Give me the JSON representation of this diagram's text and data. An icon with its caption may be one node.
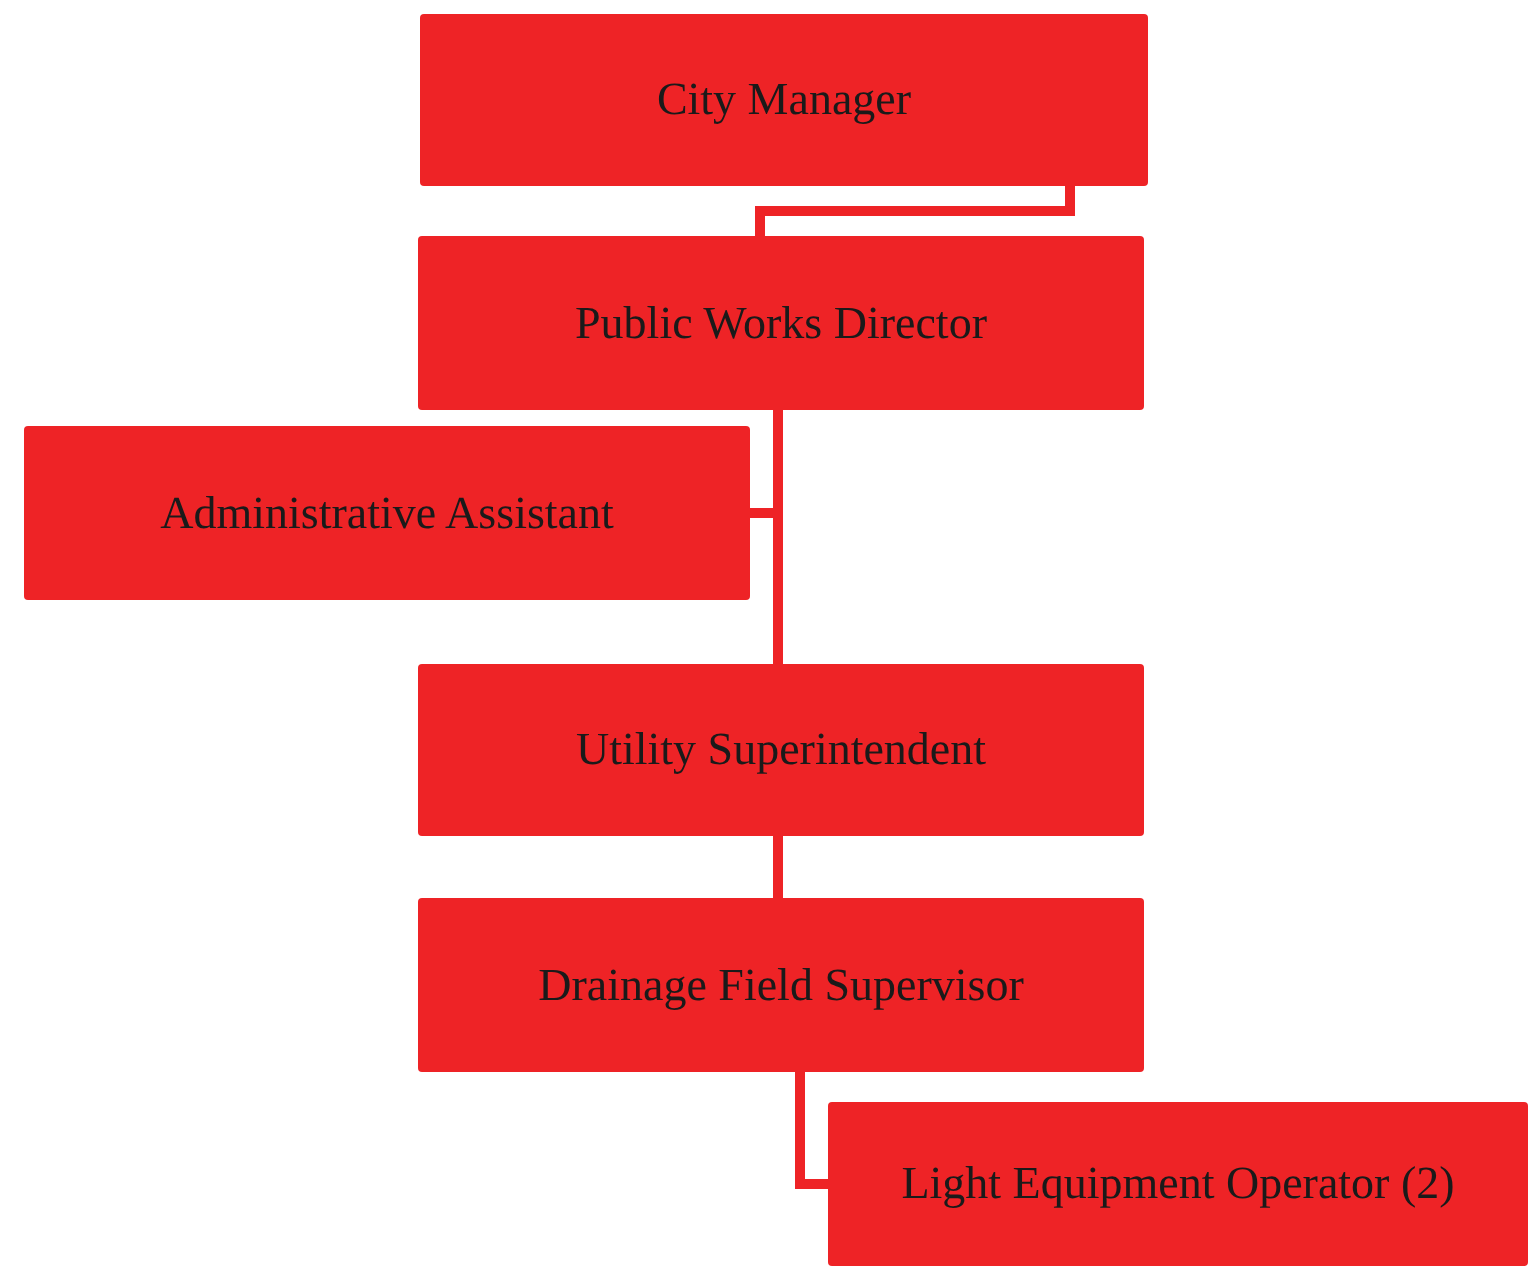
{
  "diagram": {
    "nodes": [
      {
        "text": [
          "City Manager"
        ]
      },
      {
        "text": [
          "Public Works Director"
        ]
      },
      {
        "text": [
          "Administrative Assistant"
        ]
      },
      {
        "text": [
          "Utility Superintendent"
        ]
      },
      {
        "text": [
          "Drainage Field Supervisor"
        ]
      },
      {
        "text": [
          "Light Equipment Operator (2)"
        ]
      }
    ],
    "edges": [
      {
        "from": 0,
        "to": 1,
        "arrow": "none"
      },
      {
        "from": 1,
        "to": 2,
        "arrow": "none"
      },
      {
        "from": 1,
        "to": 3,
        "arrow": "none"
      },
      {
        "from": 3,
        "to": 4,
        "arrow": "none"
      },
      {
        "from": 4,
        "to": 5,
        "arrow": "none"
      }
    ]
  }
}
